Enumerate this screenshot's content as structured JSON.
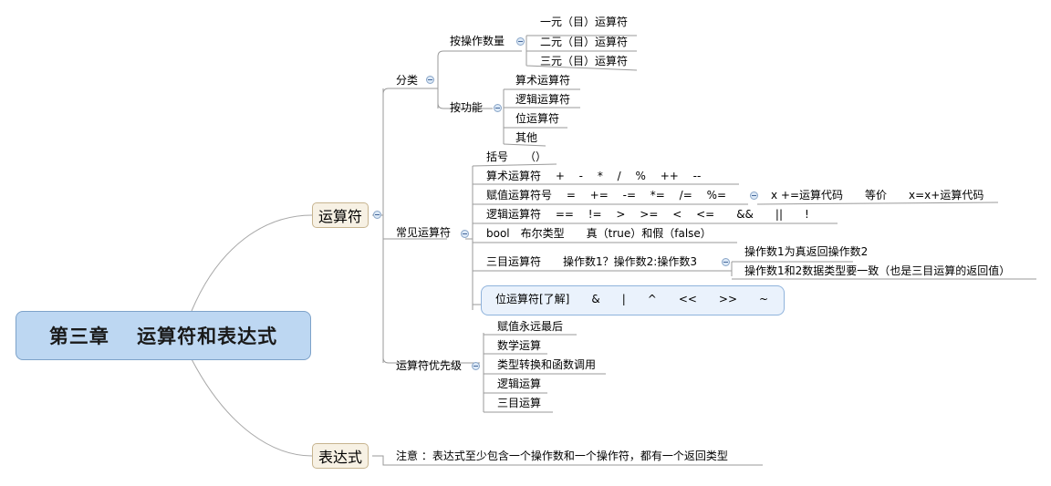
{
  "root": "第三章　 运算符和表达式",
  "operators": {
    "label": "运算符",
    "classify": {
      "label": "分类",
      "by_count": {
        "label": "按操作数量",
        "items": [
          "一元（目）运算符",
          "二元（目）运算符",
          "三元（目）运算符"
        ]
      },
      "by_function": {
        "label": "按功能",
        "items": [
          "算术运算符",
          "逻辑运算符",
          "位运算符",
          "其他"
        ]
      }
    },
    "common": {
      "label": "常见运算符",
      "parens": "括号　　（）",
      "arith": "算术运算符　 +　 -　 *　 /　 %　 ++　 --",
      "assign": "赋值运算符号　 =　 +=　 -=　 *=　 /=　 %=",
      "assign_note": "x +=运算代码　　等价　　x=x+运算代码",
      "logic": "逻辑运算符　 ==　 !=　 >　 >=　 <　 <=　　&&　　||　　!",
      "bool": "bool　布尔类型　　真（true）和假（false）",
      "ternary": "三目运算符　　操作数1？操作数2:操作数3",
      "ternary_notes": [
        "操作数1为真返回操作数2",
        "操作数1和2数据类型要一致（也是三目运算的返回值）"
      ],
      "bitwise": "位运算符[了解]　　&　　|　　^　　<<　　>>　　~"
    },
    "precedence": {
      "label": "运算符优先级",
      "items": [
        "赋值永远最后",
        "数学运算",
        "类型转换和函数调用",
        "逻辑运算",
        "三目运算"
      ]
    }
  },
  "expression": {
    "label": "表达式",
    "note": "注意 ：表达式至少包含一个操作数和一个操作符，都有一个返回类型"
  }
}
